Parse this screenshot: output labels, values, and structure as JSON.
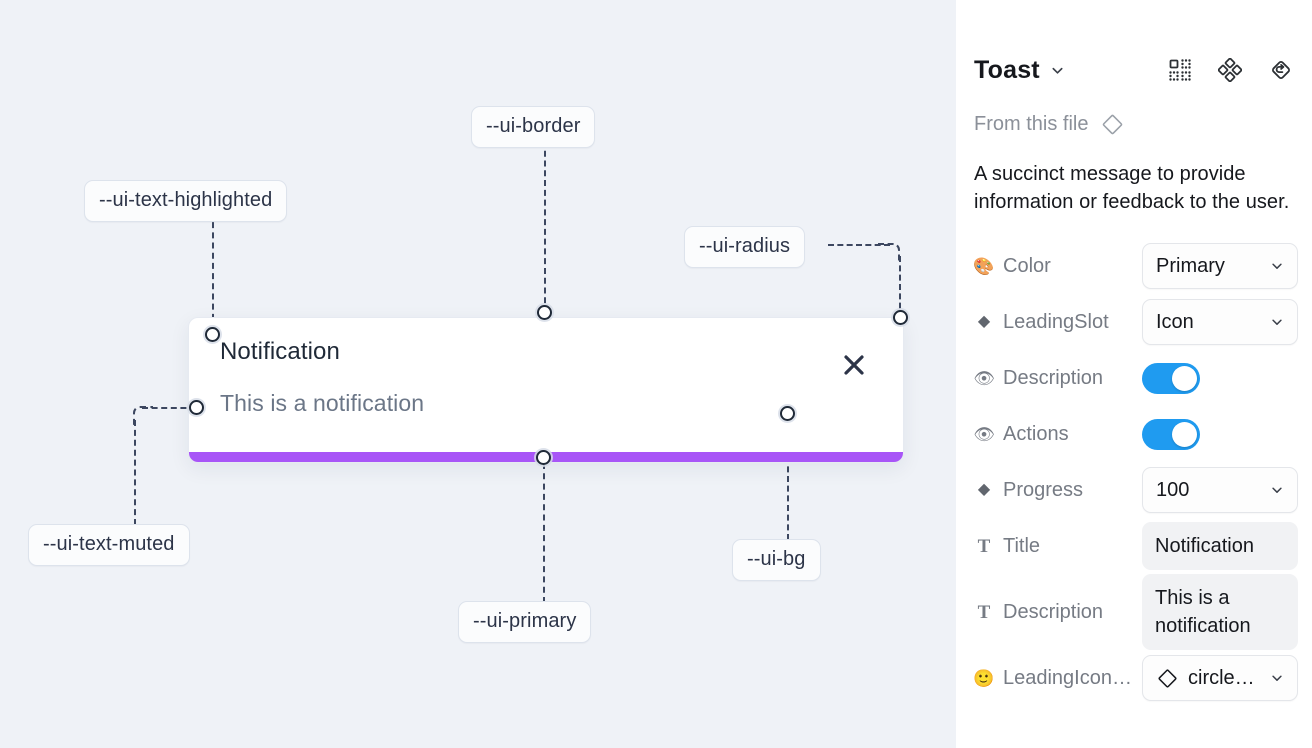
{
  "canvas": {
    "background_color": "#eff2f7",
    "annotations": [
      {
        "label": "--ui-text-highlighted",
        "name": "annotation-ui-text-highlighted"
      },
      {
        "label": "--ui-border",
        "name": "annotation-ui-border"
      },
      {
        "label": "--ui-radius",
        "name": "annotation-ui-radius"
      },
      {
        "label": "--ui-text-muted",
        "name": "annotation-ui-text-muted"
      },
      {
        "label": "--ui-primary",
        "name": "annotation-ui-primary"
      },
      {
        "label": "--ui-bg",
        "name": "annotation-ui-bg"
      }
    ],
    "toast": {
      "title": "Notification",
      "description": "This is a notification",
      "close_icon": "close-icon",
      "progress_color": "#a855f7",
      "background_color": "#ffffff"
    }
  },
  "panel": {
    "title": "Toast",
    "title_caret_icon": "chevron-down-icon",
    "header_icons": [
      {
        "name": "variants-grid-icon"
      },
      {
        "name": "component-diamonds-icon"
      },
      {
        "name": "reset-instance-icon"
      }
    ],
    "from_file_label": "From this file",
    "from_file_icon": "diamond-icon",
    "description": "A succinct message to provide information or feedback to the user.",
    "properties": [
      {
        "icon": "palette-emoji",
        "glyph": "🎨",
        "label": "Color",
        "control": "select",
        "value": "Primary",
        "name": "color"
      },
      {
        "icon": "diamond-icon",
        "glyph": "◆",
        "label": "LeadingSlot",
        "control": "select",
        "value": "Icon",
        "name": "leading-slot"
      },
      {
        "icon": "eye-emoji",
        "glyph": "👁",
        "label": "Description",
        "control": "toggle",
        "value": "on",
        "name": "description-visible"
      },
      {
        "icon": "eye-emoji",
        "glyph": "👁",
        "label": "Actions",
        "control": "toggle",
        "value": "on",
        "name": "actions-visible"
      },
      {
        "icon": "diamond-icon",
        "glyph": "◆",
        "label": "Progress",
        "control": "select",
        "value": "100",
        "name": "progress"
      },
      {
        "icon": "text-t-icon",
        "glyph": "T",
        "label": "Title",
        "control": "field",
        "value": "Notification",
        "name": "title"
      },
      {
        "icon": "text-t-icon",
        "glyph": "T",
        "label": "Description",
        "control": "field",
        "value": "This is a notification",
        "name": "description-text"
      },
      {
        "icon": "smiley-emoji",
        "glyph": "🙂",
        "label": "LeadingIcon…",
        "control": "icon-select",
        "value": "circle…",
        "name": "leading-icon"
      }
    ],
    "toggle_on_color": "#1f9bf0"
  }
}
